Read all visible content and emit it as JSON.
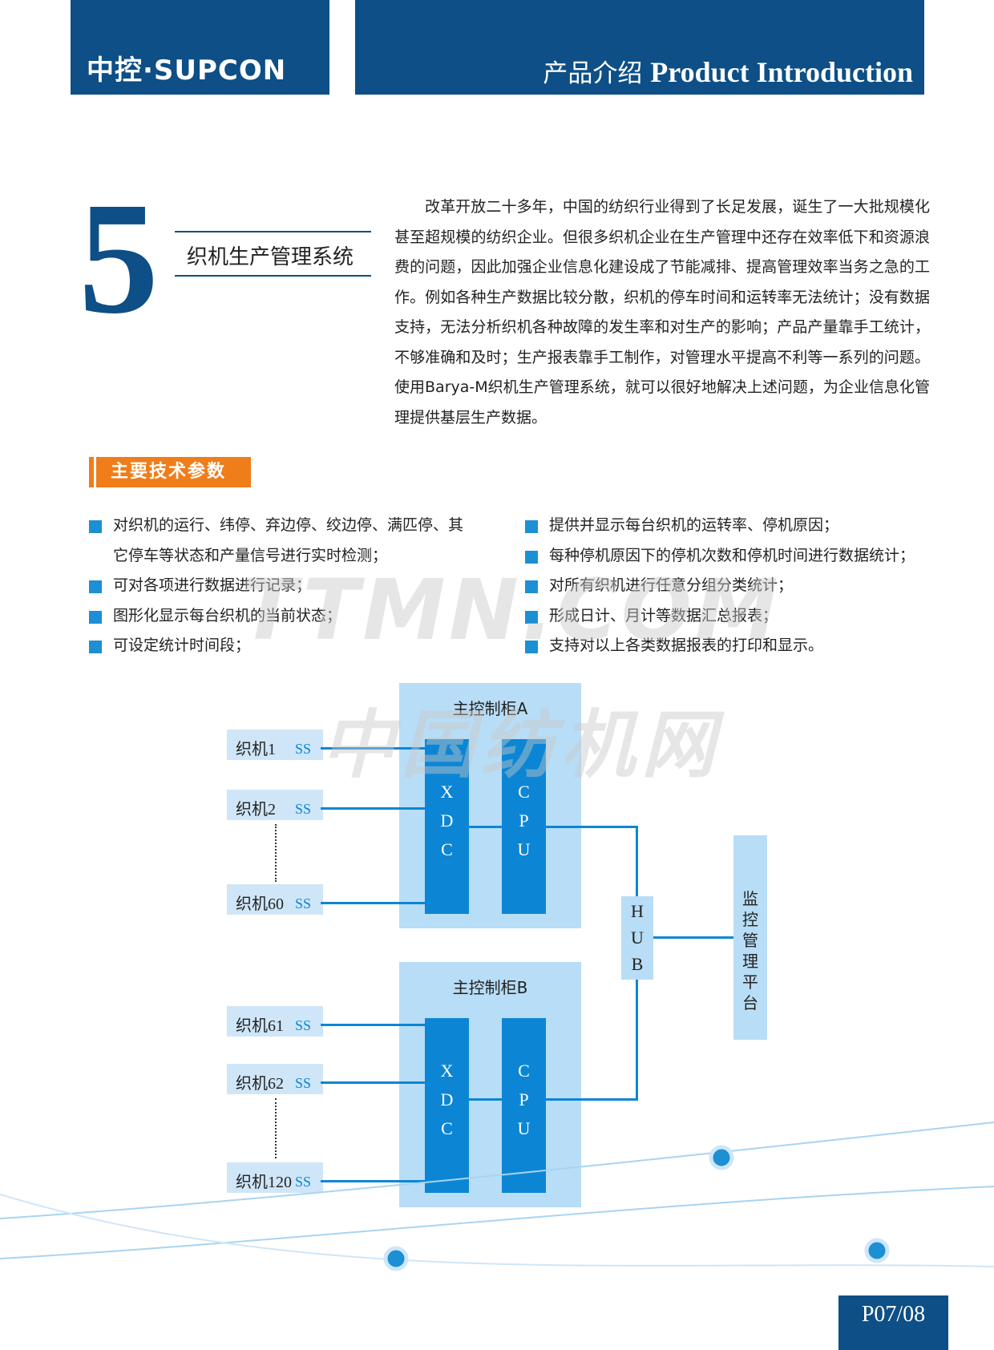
{
  "header": {
    "logo": "中控·SUPCON",
    "title_cn": "产品介绍",
    "title_en": "Product Introduction"
  },
  "section": {
    "number": "5",
    "title": "织机生产管理系统",
    "intro": "改革开放二十多年，中国的纺织行业得到了长足发展，诞生了一大批规模化甚至超规模的纺织企业。但很多织机企业在生产管理中还存在效率低下和资源浪费的问题，因此加强企业信息化建设成了节能减排、提高管理效率当务之急的工作。例如各种生产数据比较分散，织机的停车时间和运转率无法统计；没有数据支持，无法分析织机各种故障的发生率和对生产的影响；产品产量靠手工统计，不够准确和及时；生产报表靠手工制作，对管理水平提高不利等一系列的问题。使用Barya-M织机生产管理系统，就可以很好地解决上述问题，为企业信息化管理提供基层生产数据。"
  },
  "tech": {
    "tag": "主要技术参数",
    "left": [
      {
        "line1": "对织机的运行、纬停、弃边停、绞边停、满匹停、其",
        "line2": "它停车等状态和产量信号进行实时检测；"
      },
      {
        "line1": "可对各项进行数据进行记录；"
      },
      {
        "line1": "图形化显示每台织机的当前状态；"
      },
      {
        "line1": "可设定统计时间段；"
      }
    ],
    "right": [
      "提供并显示每台织机的运转率、停机原因；",
      "每种停机原因下的停机次数和停机时间进行数据统计；",
      "对所有织机进行任意分组分类统计；",
      "形成日计、月计等数据汇总报表；",
      "支持对以上各类数据报表的打印和显示。"
    ]
  },
  "watermark": {
    "line1": "TTMN.COM",
    "line2": "中国纺机网"
  },
  "diagram": {
    "cabinet_a": "主控制柜A",
    "cabinet_b": "主控制柜B",
    "xdc": [
      "X",
      "D",
      "C"
    ],
    "cpu": [
      "C",
      "P",
      "U"
    ],
    "hub": [
      "H",
      "U",
      "B"
    ],
    "monitor": [
      "监",
      "控",
      "管",
      "理",
      "平",
      "台"
    ],
    "ss": "SS",
    "looms_a": [
      "织机1",
      "织机2",
      "织机60"
    ],
    "looms_b": [
      "织机61",
      "织机62",
      "织机120"
    ]
  },
  "page_number": "P07/08",
  "colors": {
    "brand_blue": "#0d4f86",
    "accent_orange": "#ef7d1a",
    "diagram_blue": "#0c86d4",
    "light_blue": "#b8ddf6"
  }
}
